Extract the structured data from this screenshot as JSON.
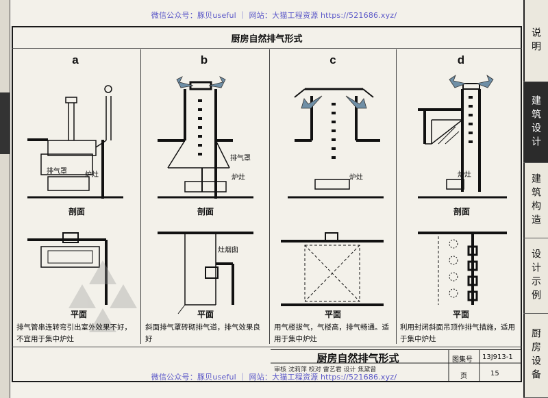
{
  "watermark": {
    "top": "微信公众号：豚贝useful ｜ 网站：大猫工程资源 https://521686.xyz/",
    "bottom": "微信公众号：豚贝useful ｜ 网站：大猫工程资源 https://521686.xyz/"
  },
  "title": "厨房自然排气形式",
  "columns": [
    {
      "label": "a",
      "section": "剖面",
      "plan": "平面",
      "caption": "排气管串连转弯引出室外效果不好，不宜用于集中炉灶"
    },
    {
      "label": "b",
      "section": "剖面",
      "plan": "平面",
      "caption": "斜面排气罩砖砌排气道，排气效果良好"
    },
    {
      "label": "c",
      "section": "",
      "plan": "平面",
      "caption": "用气楼拔气，气楼高，排气畅通。适用于集中炉灶"
    },
    {
      "label": "d",
      "section": "剖面",
      "plan": "平面",
      "caption": "利用封闭斜面吊顶作排气措施，适用于集中炉灶"
    }
  ],
  "annotations": {
    "hood_a": "排气罩",
    "stove_a": "炉灶",
    "hood_b": "排气罩",
    "stove_b": "炉灶",
    "flue_b": "灶烟囱",
    "stove_c": "炉灶",
    "stove_d": "炉灶"
  },
  "right_tabs": [
    {
      "label": "说明",
      "active": false
    },
    {
      "label": "建筑设计",
      "active": true
    },
    {
      "label": "建筑构造",
      "active": false
    },
    {
      "label": "设计示例",
      "active": false
    },
    {
      "label": "厨房设备",
      "active": false
    }
  ],
  "titleblock": {
    "title": "厨房自然排气形式",
    "atlas_label": "图集号",
    "atlas_no": "13J913-1",
    "page_label": "页",
    "page_no": "15",
    "sign_row": "审核 沈莉萍 校对 雷艺君 设计 焦黛曾"
  },
  "colors": {
    "ink": "#111111",
    "arrow_fill": "#6f8fa6",
    "watermark": "#5a57c8",
    "active_tab": "#2b2b2b"
  }
}
